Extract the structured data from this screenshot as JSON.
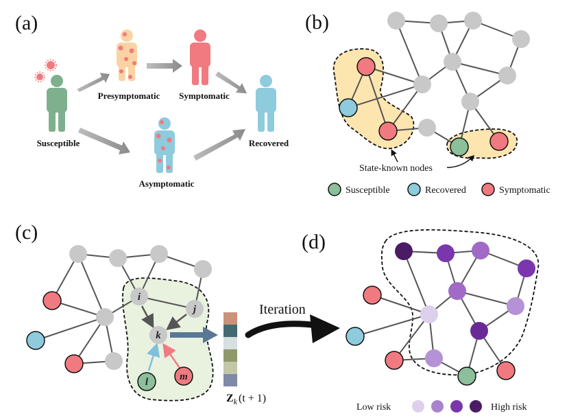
{
  "panels": {
    "a": {
      "label": "(a)",
      "states": {
        "susceptible": "Susceptible",
        "presymptomatic": "Presymptomatic",
        "symptomatic": "Symptomatic",
        "asymptomatic": "Asymptomatic",
        "recovered": "Recovered"
      }
    },
    "b": {
      "label": "(b)",
      "annotation": "State-known nodes",
      "legend": [
        {
          "label": "Susceptible",
          "color": "#8cbf9a"
        },
        {
          "label": "Recovered",
          "color": "#8ecbdc"
        },
        {
          "label": "Symptomatic",
          "color": "#f07a80"
        }
      ]
    },
    "c": {
      "label": "(c)",
      "node_labels": {
        "i": "i",
        "j": "j",
        "k": "k",
        "l": "l",
        "m": "m"
      },
      "embedding_label": "Z",
      "embedding_subscript": "k",
      "embedding_suffix": "(t + 1)",
      "embedding_colors": [
        "#c9937a",
        "#436a70",
        "#d8dfe0",
        "#8f9a6a",
        "#c2c8a6",
        "#7e8aa6"
      ]
    },
    "arrow": {
      "label": "Iteration"
    },
    "d": {
      "label": "(d)",
      "risk_low": "Low risk",
      "risk_high": "High risk",
      "risk_colors": [
        "#dcd0ec",
        "#a884cc",
        "#7a36ac",
        "#4a1c66"
      ]
    }
  },
  "colors": {
    "gray_node": "#c8c8c8",
    "susceptible": "#8cbf9a",
    "recovered": "#8ecbdc",
    "symptomatic": "#f07a80",
    "known_region": "#fde5b0",
    "attention_region": "#e9f1df"
  }
}
